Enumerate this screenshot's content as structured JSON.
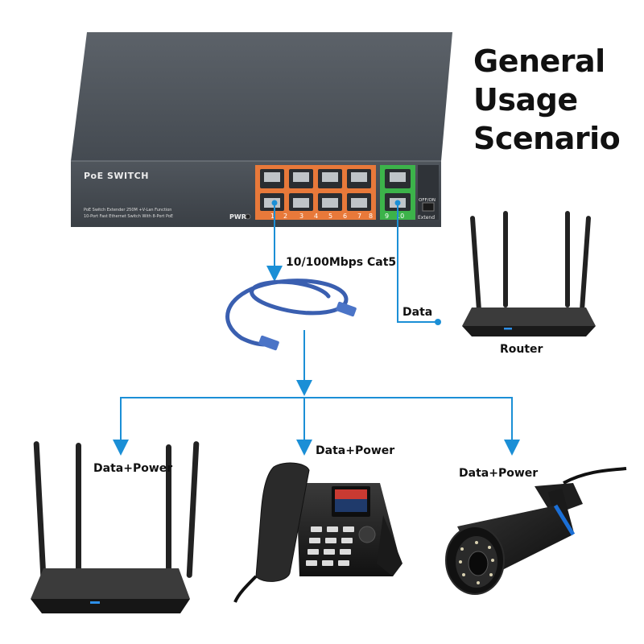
{
  "heading": {
    "line1": "General",
    "line2": "Usage",
    "line3": "Scenario"
  },
  "switch": {
    "brand": "PoE SWITCH",
    "desc_line1": "PoE Switch Extender 250M +V-Lan Function",
    "desc_line2": "10-Port Fast Ethernet Switch With 8-Port PoE",
    "pwr_label": "PWR",
    "port_numbers": [
      "1",
      "2",
      "3",
      "4",
      "5",
      "6",
      "7",
      "8",
      "9",
      "10"
    ],
    "toggle_label": "OFF/ON",
    "extend_label": "Extend"
  },
  "links": {
    "cable_label": "10/100Mbps Cat5",
    "uplink_label": "Data",
    "router_label": "Router",
    "device1_label": "Data+Power",
    "device2_label": "Data+Power",
    "device3_label": "Data+Power"
  },
  "colors": {
    "arrow": "#1b8fd6",
    "poe_ports": "#e8793a",
    "uplink_ports": "#3cb34a",
    "switch_body": "#4b5158"
  }
}
